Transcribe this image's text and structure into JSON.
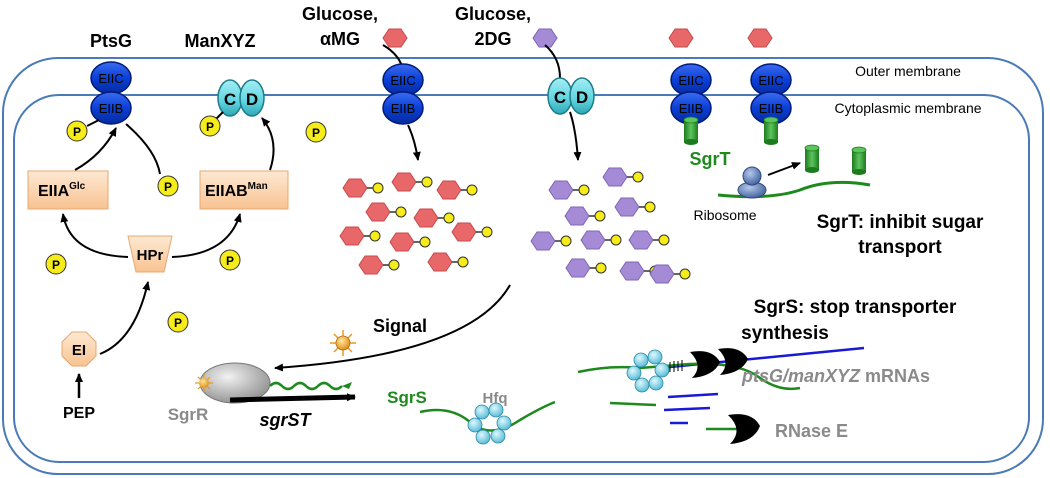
{
  "labels": {
    "ptsg": "PtsG",
    "manxyz": "ManXYZ",
    "glucose_amg_1": "Glucose,",
    "glucose_amg_2": "αMG",
    "glucose_2dg_1": "Glucose,",
    "glucose_2dg_2": "2DG",
    "outer_membrane": "Outer membrane",
    "cyto_membrane": "Cytoplasmic membrane",
    "eiic": "EIIC",
    "eiib": "EIIB",
    "c": "C",
    "d": "D",
    "p": "P",
    "eiia_base": "EIIA",
    "eiia_sup": "Glc",
    "eiiab_base": "EIIAB",
    "eiiab_sup": "Man",
    "hpr": "HPr",
    "ei": "EI",
    "pep": "PEP",
    "sgrt": "SgrT",
    "ribosome": "Ribosome",
    "sgrt_desc_1": "SgrT: inhibit sugar",
    "sgrt_desc_2": "transport",
    "signal": "Signal",
    "sgrs_desc_1": "SgrS: stop transporter",
    "sgrs_desc_2": "synthesis",
    "mrna_italic": "ptsG/manXYZ",
    "mrna_plain": " mRNAs",
    "sgrr": "SgrR",
    "sgrst": "sgrST",
    "sgrs": "SgrS",
    "hfq": "Hfq",
    "rnase": "RNase E"
  },
  "colors": {
    "membrane": "#4a7ab8",
    "eii_blue": "#0a3fd6",
    "cd_cyan": "#5fd4e0",
    "phosphate": "#f5ec1a",
    "glucose_red": "#e8686a",
    "dg_purple": "#a58bd6",
    "rna_green": "#1e8a1e",
    "sgrt_green": "#3aa33a",
    "box_orange": "#fcd9b6",
    "mrna_blue": "#1a1ad6",
    "gray_text": "#8a8a8a"
  }
}
